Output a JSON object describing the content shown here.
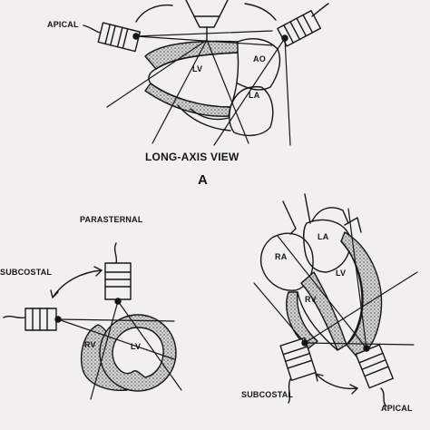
{
  "labels": {
    "apical_top": "APICAL",
    "lv_top": "LV",
    "ao": "AO",
    "la_top": "LA",
    "view_title": "LONG-AXIS VIEW",
    "panel_letter": "A",
    "parasternal": "PARASTERNAL",
    "subcostal_left": "SUBCOSTAL",
    "rv_left": "RV",
    "lv_left": "LV",
    "la_right": "LA",
    "ra_right": "RA",
    "lv_right": "LV",
    "rv_right": "RV",
    "subcostal_bottom": "SUBCOSTAL",
    "apical_bottom": "APICAL"
  },
  "colors": {
    "ink": "#151515",
    "paper": "#f1f0ee",
    "stipple": "#9a9a9a"
  }
}
